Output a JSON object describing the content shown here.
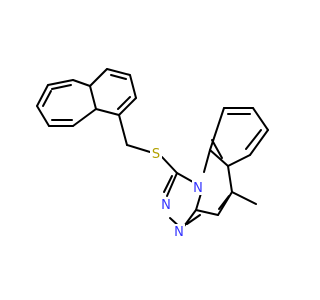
{
  "diagram": {
    "type": "skeletal-formula",
    "background": "#ffffff",
    "bond_color": "#000000",
    "atom_colors": {
      "S": "#b2a100",
      "N": "#3333ff"
    },
    "atom_labels": [
      {
        "key": "sulfur",
        "text": "S",
        "element": "S"
      },
      {
        "key": "n_ring",
        "text": "N",
        "element": "N"
      },
      {
        "key": "n_triazole_left",
        "text": "N",
        "element": "N"
      },
      {
        "key": "n_triazole_bottom",
        "text": "N",
        "element": "N"
      }
    ]
  }
}
